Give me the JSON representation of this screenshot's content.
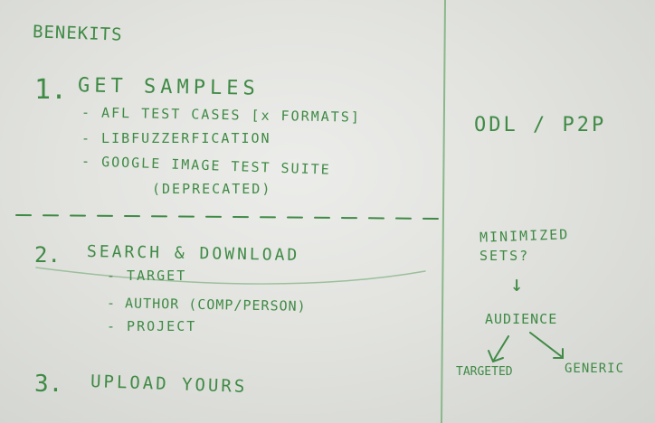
{
  "board": {
    "title": "BENEKITS",
    "sections": [
      {
        "number": "1.",
        "heading": "GET SAMPLES",
        "items": [
          "- AFL TEST CASES [x FORMATS]",
          "- LIBFUZZERFICATION",
          "- GOOGLE IMAGE TEST SUITE",
          "(DEPRECATED)"
        ]
      },
      {
        "number": "2.",
        "heading": "SEARCH & DOWNLOAD",
        "items": [
          "- TARGET",
          "- AUTHOR (COMP/PERSON)",
          "- PROJECT"
        ]
      },
      {
        "number": "3.",
        "heading": "UPLOAD YOURS",
        "items": []
      }
    ],
    "right": {
      "header": "ODL / P2P",
      "minimized_line1": "MINIMIZED",
      "minimized_line2": "SETS?",
      "arrow": "↓",
      "audience": "AUDIENCE",
      "targeted": "TARGETED",
      "generic": "GENERIC"
    },
    "ink_color": "#3f8a45"
  }
}
